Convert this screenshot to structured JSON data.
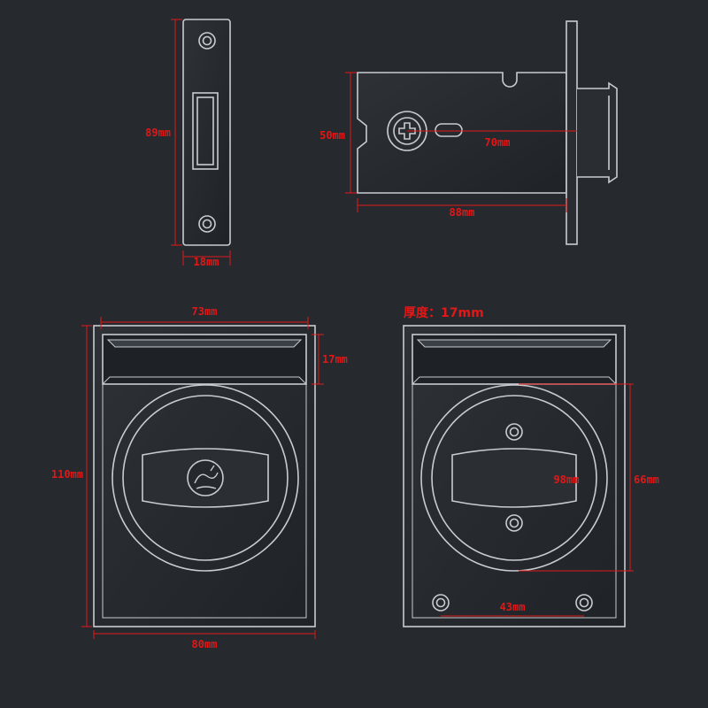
{
  "colors": {
    "background": "#262a2f",
    "part_fill": "#25292d",
    "part_outline": "#c8ccd0",
    "dimension": "#e01818"
  },
  "strike_plate": {
    "height_label": "89mm",
    "width_label": "18mm"
  },
  "lock_body": {
    "height_label": "50mm",
    "backset_label": "70mm",
    "length_label": "88mm"
  },
  "front_plate": {
    "inner_width_label": "73mm",
    "grip_height_label": "17mm",
    "height_label": "110mm",
    "width_label": "80mm",
    "thumb_turn_icon": "key-swirl-icon"
  },
  "back_plate": {
    "thickness_label": "厚度：17mm",
    "circle_label": "98mm",
    "height_label": "66mm",
    "hole_spacing_label": "43mm"
  }
}
